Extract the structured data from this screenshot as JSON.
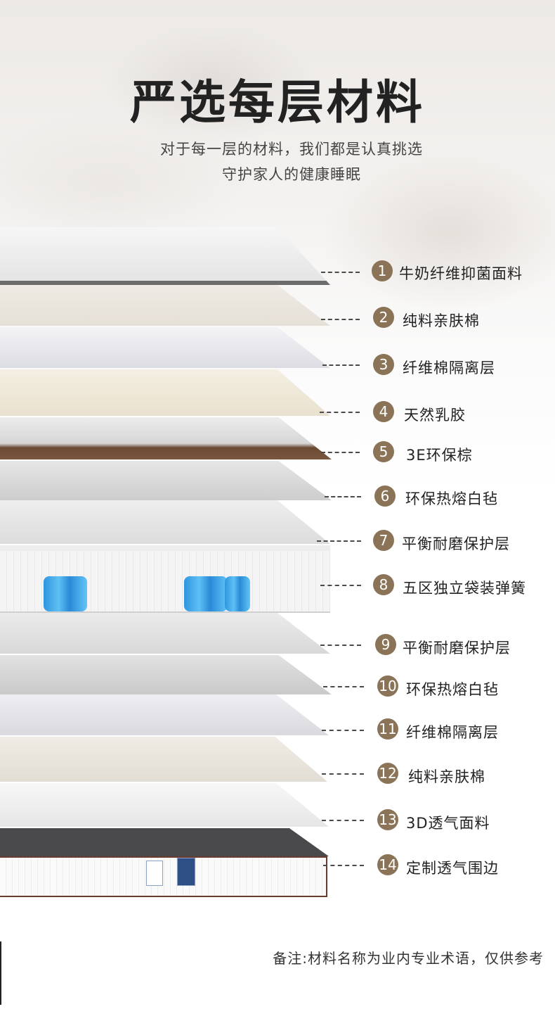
{
  "header": {
    "title": "严选每层材料",
    "subtitle_line1": "对于每一层的材料，我们都是认真挑选",
    "subtitle_line2": "守护家人的健康睡眠"
  },
  "layers": [
    {
      "number": "1",
      "name": "牛奶纤维抑菌面料"
    },
    {
      "number": "2",
      "name": "纯料亲肤棉"
    },
    {
      "number": "3",
      "name": "纤维棉隔离层"
    },
    {
      "number": "4",
      "name": "天然乳胶"
    },
    {
      "number": "5",
      "name": "3E环保棕"
    },
    {
      "number": "6",
      "name": "环保热熔白毡"
    },
    {
      "number": "7",
      "name": "平衡耐磨保护层"
    },
    {
      "number": "8",
      "name": "五区独立袋装弹簧"
    },
    {
      "number": "9",
      "name": "平衡耐磨保护层"
    },
    {
      "number": "10",
      "name": "环保热熔白毡"
    },
    {
      "number": "11",
      "name": "纤维棉隔离层"
    },
    {
      "number": "12",
      "name": "纯料亲肤棉"
    },
    {
      "number": "13",
      "name": "3D透气面料"
    },
    {
      "number": "14",
      "name": "定制透气围边"
    }
  ],
  "footer": {
    "note": "备注:材料名称为业内专业术语，仅供参考"
  },
  "colors": {
    "badge": "#8a7356",
    "title": "#222222"
  }
}
